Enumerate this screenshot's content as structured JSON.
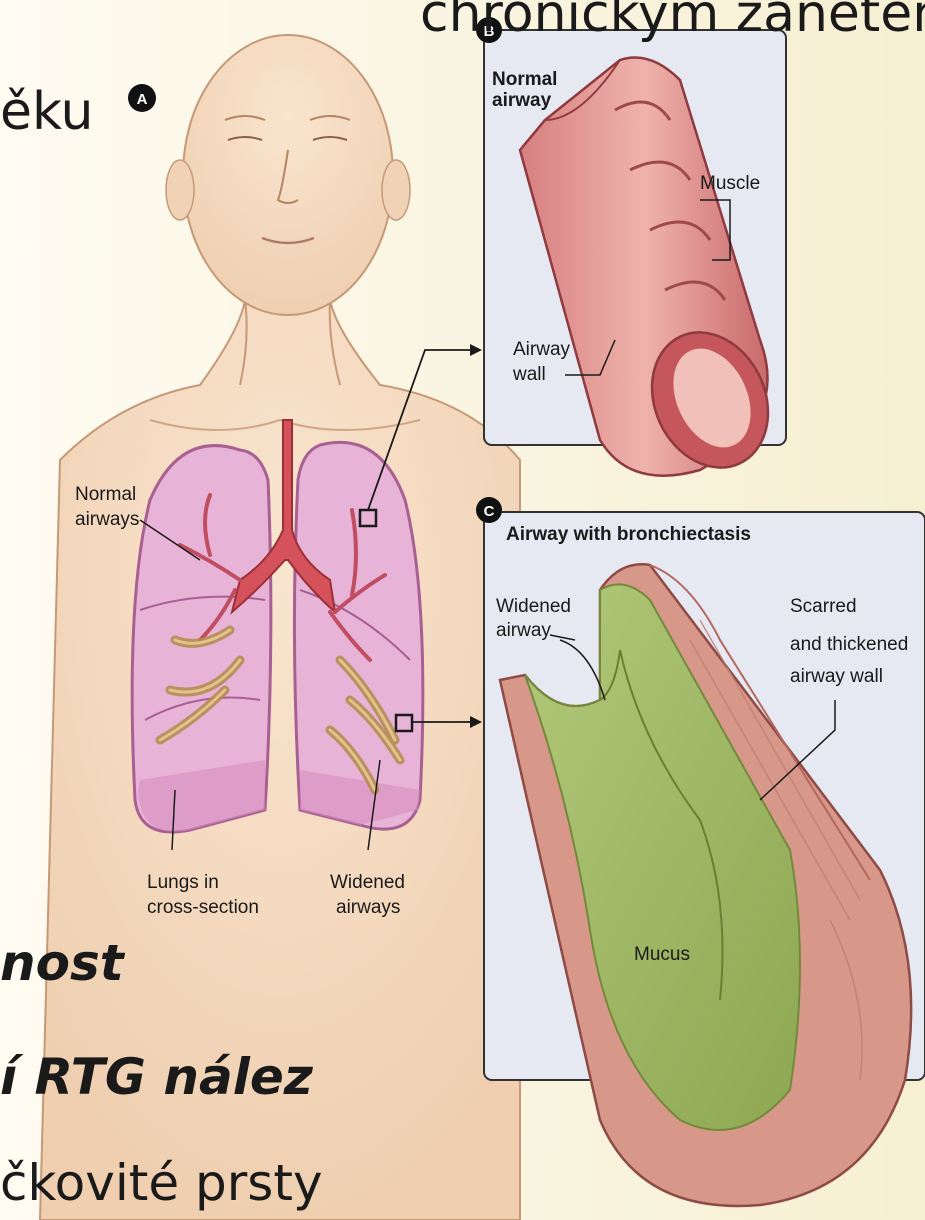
{
  "slide": {
    "lines": [
      "chronickým zánětem",
      "ěku",
      "nost",
      "í RTG nález",
      "čkovité prsty"
    ]
  },
  "figure": {
    "badges": {
      "a": "A",
      "b": "B",
      "c": "C"
    },
    "panel_b": {
      "title_line1": "Normal",
      "title_line2": "airway",
      "muscle": "Muscle",
      "wall_line1": "Airway",
      "wall_line2": "wall"
    },
    "panel_c": {
      "title": "Airway with bronchiectasis",
      "widened_line1": "Widened",
      "widened_line2": "airway",
      "scarred_line1": "Scarred",
      "scarred_line2": "and thickened",
      "scarred_line3": "airway wall",
      "mucus": "Mucus"
    },
    "body": {
      "normal_line1": "Normal",
      "normal_line2": "airways",
      "lungs_line1": "Lungs in",
      "lungs_line2": "cross-section",
      "widened_line1": "Widened",
      "widened_line2": "airways"
    },
    "colors": {
      "background": "#fbf6e4",
      "skin": "#f6dcc2",
      "skin_edge": "#c59977",
      "lung": "#e7b3d6",
      "lung_edge": "#a86092",
      "trachea": "#d5525a",
      "panel": "#e6e8f2",
      "airway": "#e79a98",
      "airway_dark": "#b24c50",
      "mucus": "#9fb865",
      "mucus_dark": "#738a3c",
      "scar": "#d89889"
    }
  }
}
